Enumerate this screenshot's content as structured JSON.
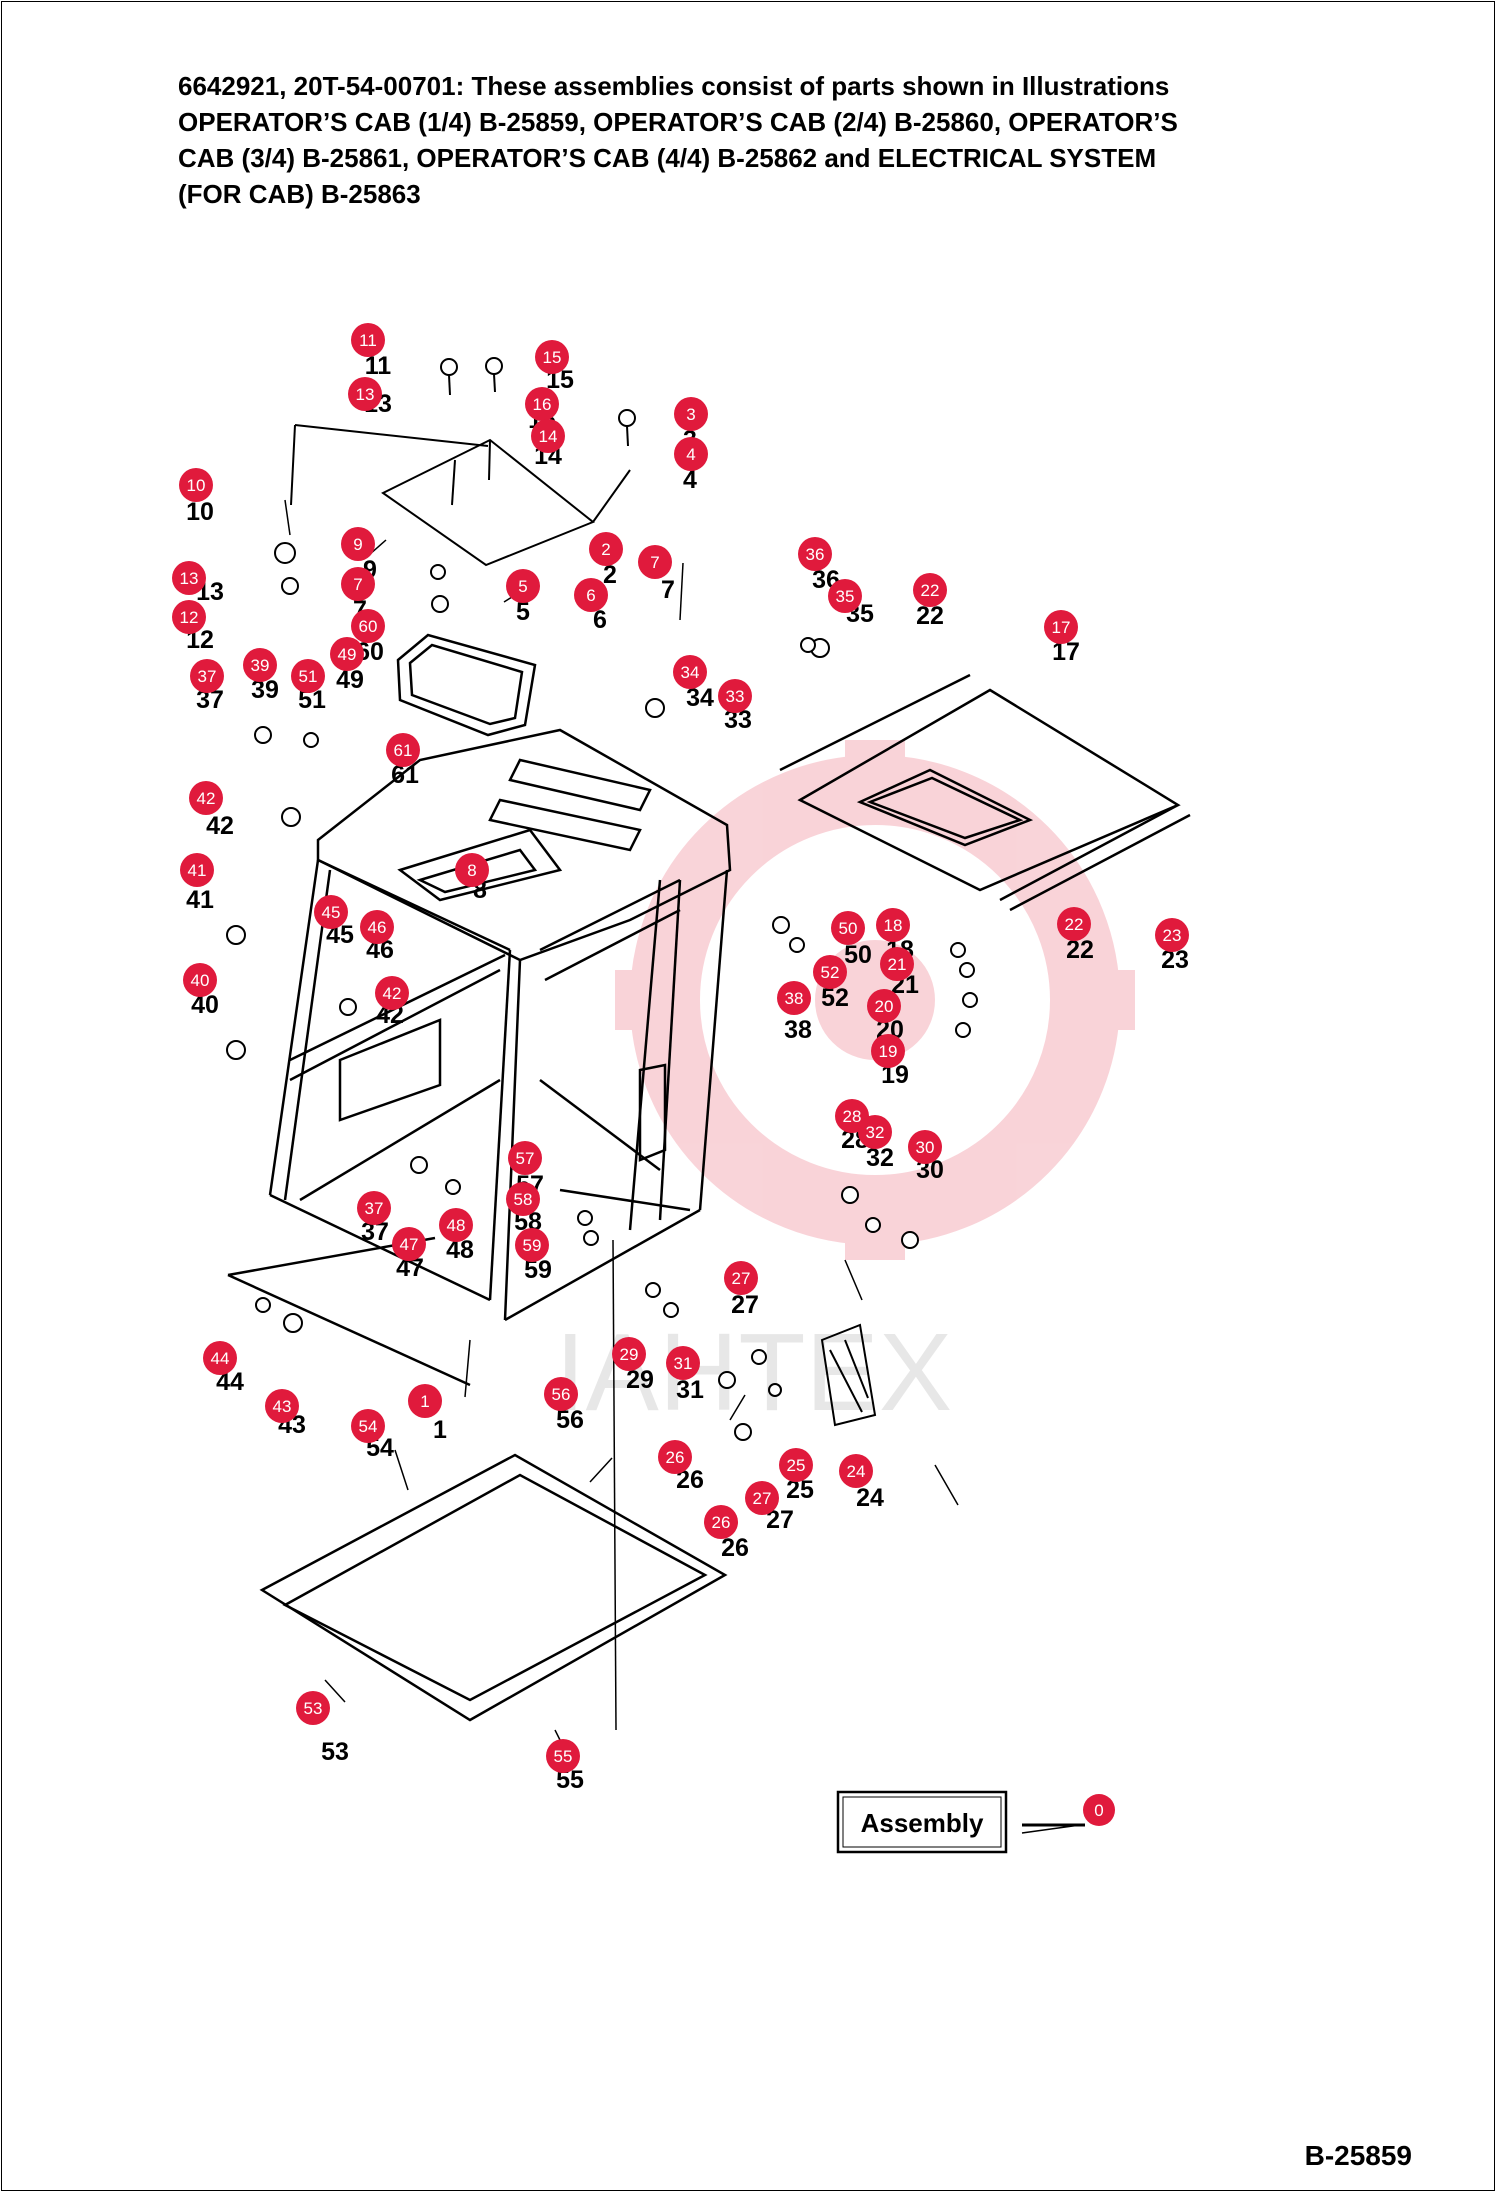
{
  "header": {
    "lines": [
      "6642921, 20T-54-00701: These assemblies consist of parts shown in Illustrations",
      "OPERATOR’S CAB (1/4) B-25859, OPERATOR’S CAB (2/4) B-25860, OPERATOR’S",
      "CAB (3/4) B-25861, OPERATOR’S CAB (4/4) B-25862 and ELECTRICAL SYSTEM",
      "(FOR CAB) B-25863"
    ]
  },
  "assembly_box": {
    "label": "Assembly",
    "callout": "0"
  },
  "watermark": "IAHTEX",
  "ref_code": "B-25859",
  "callouts": [
    {
      "id": "c11",
      "n": "11",
      "ghost": "11"
    },
    {
      "id": "c15",
      "n": "15",
      "ghost": "15"
    },
    {
      "id": "c13a",
      "n": "13",
      "ghost": "13"
    },
    {
      "id": "c16",
      "n": "16",
      "ghost": "16"
    },
    {
      "id": "c14",
      "n": "14",
      "ghost": "14"
    },
    {
      "id": "c3",
      "n": "3",
      "ghost": "3"
    },
    {
      "id": "c4",
      "n": "4",
      "ghost": "4"
    },
    {
      "id": "c10",
      "n": "10",
      "ghost": "10"
    },
    {
      "id": "c9",
      "n": "9",
      "ghost": "9"
    },
    {
      "id": "c2",
      "n": "2",
      "ghost": "2"
    },
    {
      "id": "c7a",
      "n": "7",
      "ghost": "7"
    },
    {
      "id": "c13b",
      "n": "13",
      "ghost": "13"
    },
    {
      "id": "c7b",
      "n": "7",
      "ghost": "7"
    },
    {
      "id": "c5",
      "n": "5",
      "ghost": "5"
    },
    {
      "id": "c6",
      "n": "6",
      "ghost": "6"
    },
    {
      "id": "c36",
      "n": "36",
      "ghost": "36"
    },
    {
      "id": "c12",
      "n": "12",
      "ghost": "12"
    },
    {
      "id": "c60",
      "n": "60",
      "ghost": "60"
    },
    {
      "id": "c35",
      "n": "35",
      "ghost": "35"
    },
    {
      "id": "c22a",
      "n": "22",
      "ghost": "22"
    },
    {
      "id": "c17",
      "n": "17",
      "ghost": "17"
    },
    {
      "id": "c49",
      "n": "49",
      "ghost": "49"
    },
    {
      "id": "c39",
      "n": "39",
      "ghost": "39"
    },
    {
      "id": "c37a",
      "n": "37",
      "ghost": "37"
    },
    {
      "id": "c51",
      "n": "51",
      "ghost": "51"
    },
    {
      "id": "c34",
      "n": "34",
      "ghost": "34"
    },
    {
      "id": "c33",
      "n": "33",
      "ghost": "33"
    },
    {
      "id": "c61",
      "n": "61",
      "ghost": "61"
    },
    {
      "id": "c42a",
      "n": "42",
      "ghost": "42"
    },
    {
      "id": "c8",
      "n": "8",
      "ghost": "8"
    },
    {
      "id": "c41",
      "n": "41",
      "ghost": "41"
    },
    {
      "id": "c45",
      "n": "45",
      "ghost": "45"
    },
    {
      "id": "c46",
      "n": "46",
      "ghost": "46"
    },
    {
      "id": "c50",
      "n": "50",
      "ghost": "50"
    },
    {
      "id": "c18",
      "n": "18",
      "ghost": "18"
    },
    {
      "id": "c22b",
      "n": "22",
      "ghost": "22"
    },
    {
      "id": "c23",
      "n": "23",
      "ghost": "23"
    },
    {
      "id": "c21",
      "n": "21",
      "ghost": "21"
    },
    {
      "id": "c52",
      "n": "52",
      "ghost": "52"
    },
    {
      "id": "c40",
      "n": "40",
      "ghost": "40"
    },
    {
      "id": "c42b",
      "n": "42",
      "ghost": "42"
    },
    {
      "id": "c38",
      "n": "38",
      "ghost": "38"
    },
    {
      "id": "c20",
      "n": "20",
      "ghost": "20"
    },
    {
      "id": "c19",
      "n": "19",
      "ghost": "19"
    },
    {
      "id": "c28",
      "n": "28",
      "ghost": "28"
    },
    {
      "id": "c32",
      "n": "32",
      "ghost": "32"
    },
    {
      "id": "c30",
      "n": "30",
      "ghost": "30"
    },
    {
      "id": "c57",
      "n": "57",
      "ghost": "57"
    },
    {
      "id": "c58",
      "n": "58",
      "ghost": "58"
    },
    {
      "id": "c37b",
      "n": "37",
      "ghost": "37"
    },
    {
      "id": "c48",
      "n": "48",
      "ghost": "48"
    },
    {
      "id": "c47",
      "n": "47",
      "ghost": "47"
    },
    {
      "id": "c59",
      "n": "59",
      "ghost": "59"
    },
    {
      "id": "c27a",
      "n": "27",
      "ghost": "27"
    },
    {
      "id": "c29",
      "n": "29",
      "ghost": "29"
    },
    {
      "id": "c31",
      "n": "31",
      "ghost": "31"
    },
    {
      "id": "c44",
      "n": "44",
      "ghost": "44"
    },
    {
      "id": "c43",
      "n": "43",
      "ghost": "43"
    },
    {
      "id": "c1",
      "n": "1",
      "ghost": "1"
    },
    {
      "id": "c56",
      "n": "56",
      "ghost": "56"
    },
    {
      "id": "c54",
      "n": "54",
      "ghost": "54"
    },
    {
      "id": "c26a",
      "n": "26",
      "ghost": "26"
    },
    {
      "id": "c25",
      "n": "25",
      "ghost": "25"
    },
    {
      "id": "c24",
      "n": "24",
      "ghost": "24"
    },
    {
      "id": "c27b",
      "n": "27",
      "ghost": "27"
    },
    {
      "id": "c26b",
      "n": "26",
      "ghost": "26"
    },
    {
      "id": "c53",
      "n": "53",
      "ghost": "53"
    },
    {
      "id": "c55",
      "n": "55",
      "ghost": "55"
    }
  ]
}
